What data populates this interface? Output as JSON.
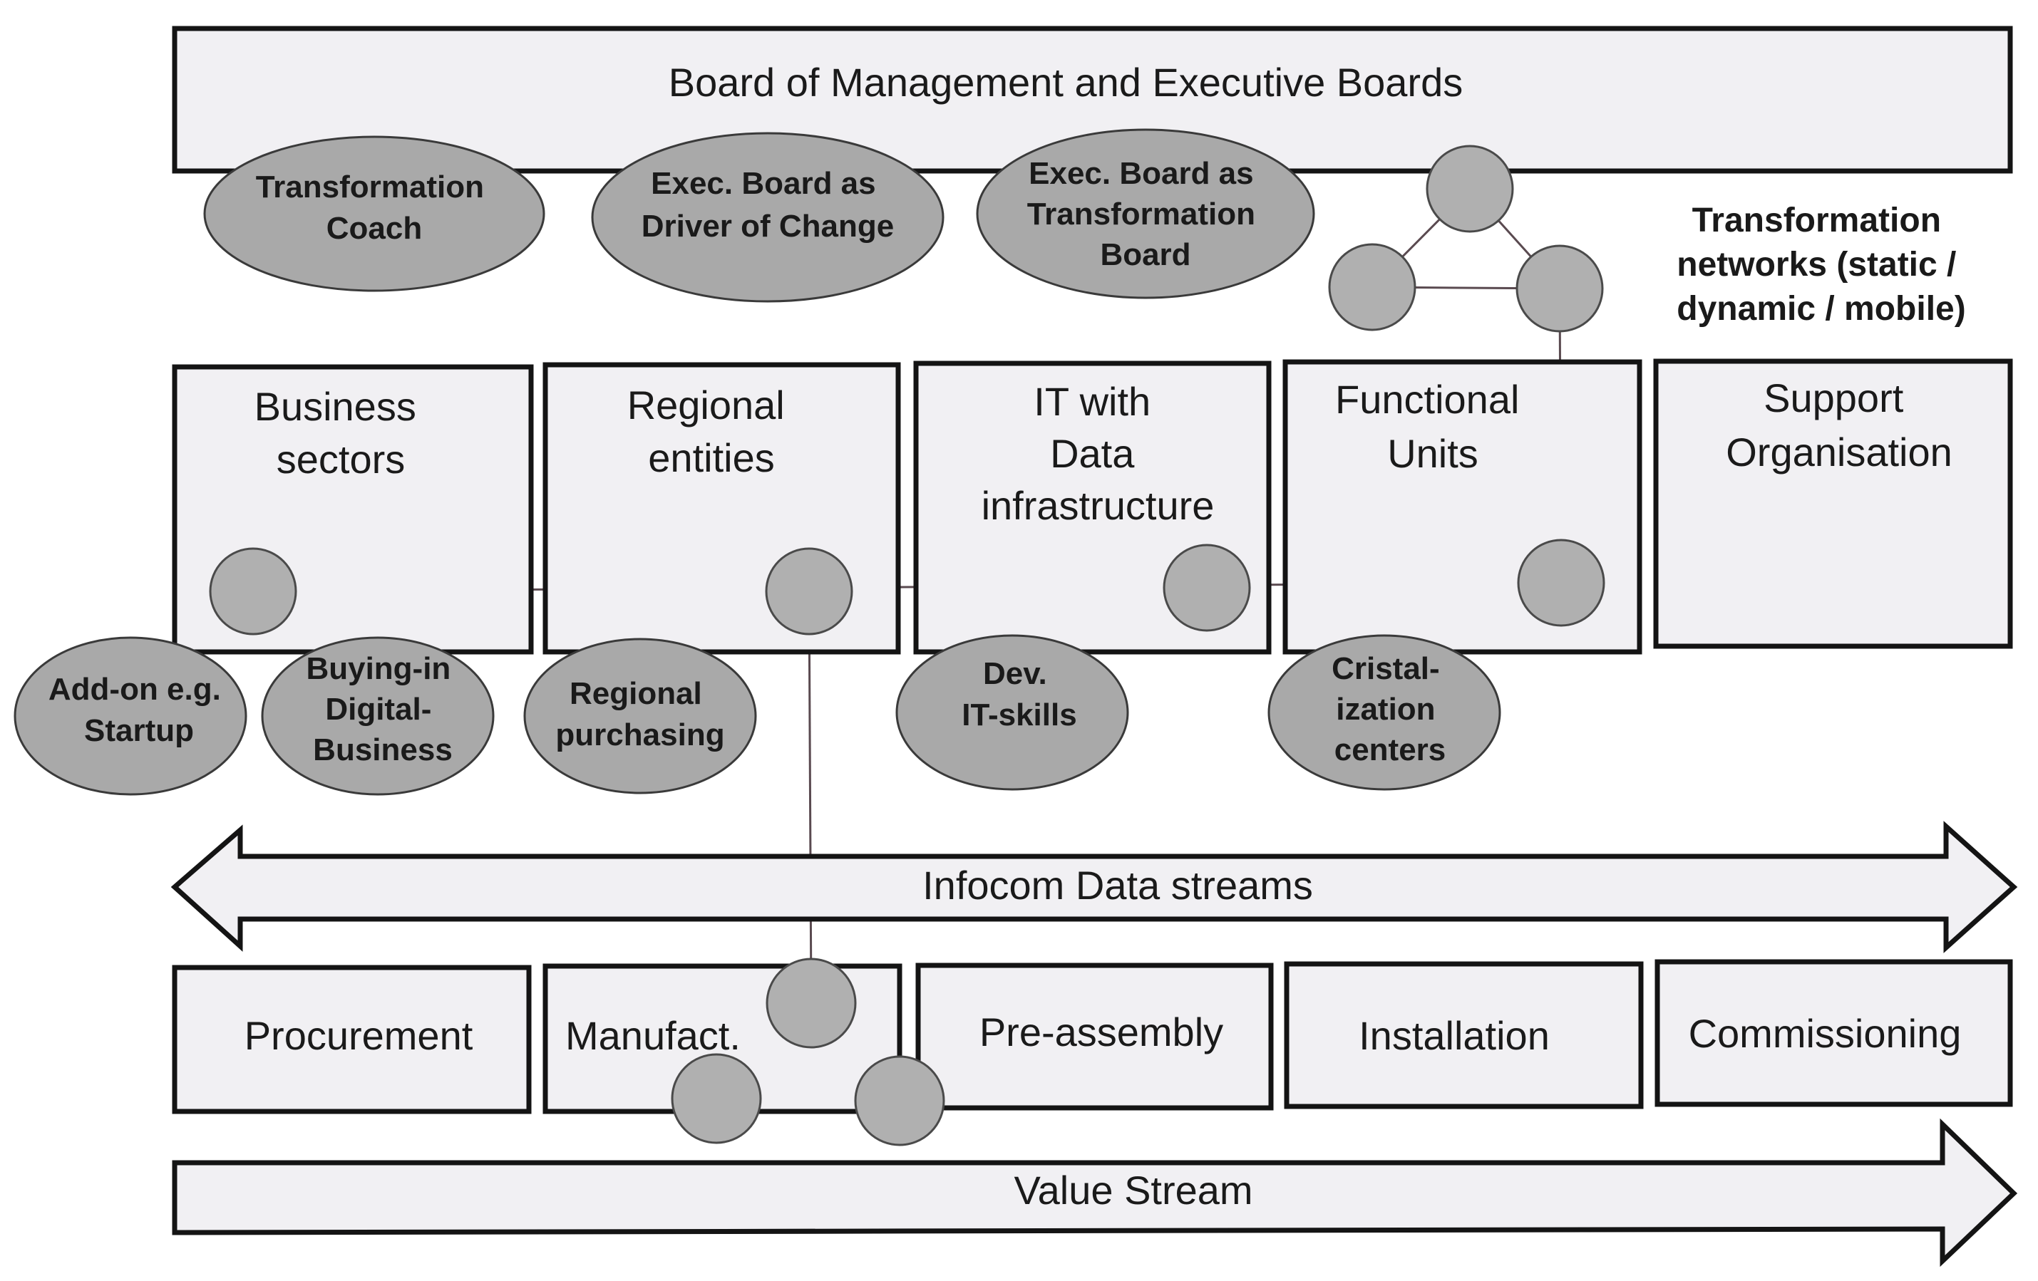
{
  "board": {
    "title": "Board of Management and Executive Boards"
  },
  "board_roles": [
    {
      "lines": [
        "Transformation",
        "Coach"
      ]
    },
    {
      "lines": [
        "Exec. Board as",
        "Driver of Change"
      ]
    },
    {
      "lines": [
        "Exec. Board as",
        "Transformation",
        "Board"
      ]
    }
  ],
  "transformation_networks": {
    "lines": [
      "Transformation",
      "networks (static /",
      "dynamic / mobile)"
    ]
  },
  "units": [
    {
      "lines": [
        "Business",
        "sectors"
      ]
    },
    {
      "lines": [
        "Regional",
        "entities"
      ]
    },
    {
      "lines": [
        "IT with",
        "Data",
        "infrastructure"
      ]
    },
    {
      "lines": [
        "Functional",
        "Units"
      ]
    },
    {
      "lines": [
        "Support",
        "Organisation"
      ]
    }
  ],
  "unit_activities": [
    {
      "lines": [
        "Add-on e.g.",
        "Startup"
      ]
    },
    {
      "lines": [
        "Buying-in",
        "Digital-",
        "Business"
      ]
    },
    {
      "lines": [
        "Regional",
        "purchasing"
      ]
    },
    {
      "lines": [
        "Dev.",
        "IT-skills"
      ]
    },
    {
      "lines": [
        "Cristal-",
        "ization",
        "centers"
      ]
    }
  ],
  "infocom": {
    "label": "Infocom Data streams"
  },
  "value_chain": [
    {
      "label": "Procurement"
    },
    {
      "label": "Manufact."
    },
    {
      "label": "Pre-assembly"
    },
    {
      "label": "Installation"
    },
    {
      "label": "Commissioning"
    }
  ],
  "value_stream": {
    "label": "Value Stream"
  }
}
